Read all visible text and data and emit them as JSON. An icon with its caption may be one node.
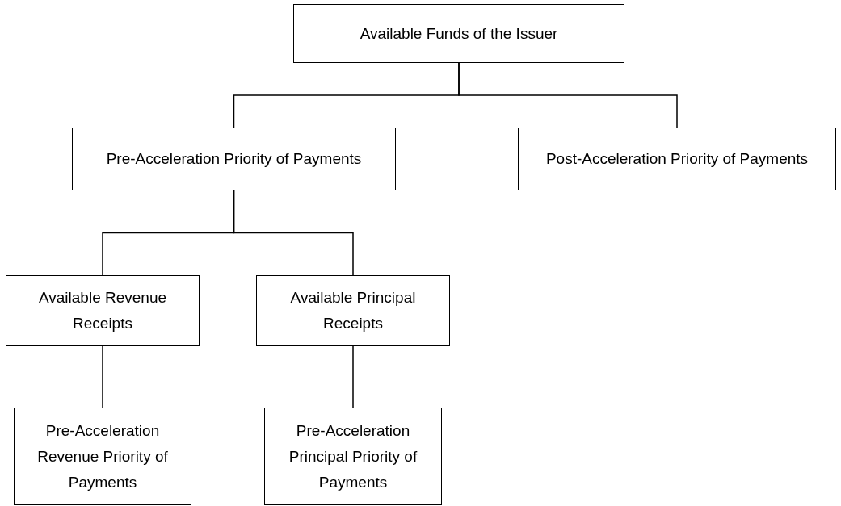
{
  "diagram": {
    "nodes": [
      {
        "text": [
          "Available Funds of the Issuer"
        ]
      },
      {
        "text": [
          "Pre-Acceleration Priority of Payments"
        ]
      },
      {
        "text": [
          "Post-Acceleration Priority of Payments"
        ]
      },
      {
        "text": [
          "Available Revenue Receipts"
        ]
      },
      {
        "text": [
          "Available Principal Receipts"
        ]
      },
      {
        "text": [
          "Pre-Acceleration Revenue Priority of Payments"
        ]
      },
      {
        "text": [
          "Pre-Acceleration Principal Priority of Payments"
        ]
      }
    ],
    "edges": [
      {
        "from": 0,
        "to": 1,
        "arrow": "none"
      },
      {
        "from": 0,
        "to": 2,
        "arrow": "none"
      },
      {
        "from": 1,
        "to": 3,
        "arrow": "none"
      },
      {
        "from": 1,
        "to": 4,
        "arrow": "none"
      },
      {
        "from": 3,
        "to": 5,
        "arrow": "none"
      },
      {
        "from": 4,
        "to": 6,
        "arrow": "none"
      }
    ]
  }
}
